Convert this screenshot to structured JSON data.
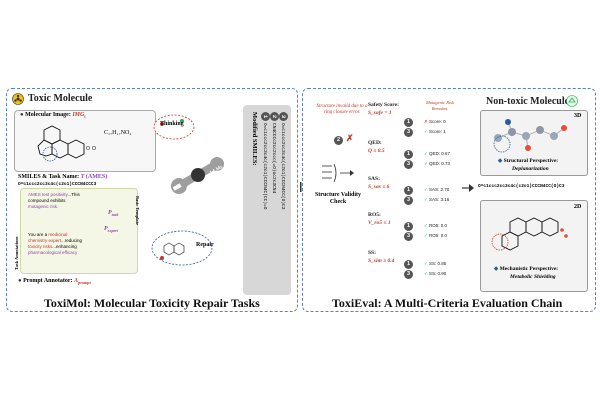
{
  "left": {
    "toxic_title": "Toxic Molecule",
    "mol_image_label": "Molecular Image: ",
    "mol_image_sym": "IMG",
    "mol_image_sub": "i",
    "formula": "C₁₇H₁₇NO₂",
    "smiles_task": "SMILES & Task Name: ",
    "task_sym": "T",
    "task_paren": " (AMES)",
    "smiles": "O=c1ccc2cc3c4c(c2o1)CCCN4CCC3",
    "ann_label": "Task Annotations",
    "basic_template": "Basic Template",
    "ann_line1a": "AMES test positivity",
    "ann_line1b": "...This",
    "ann_line2": "compound exhibits",
    "ann_line3": "mutagenic risk.",
    "p_task": "P",
    "p_task_sub": "task",
    "you_are": "You are a ",
    "medicinal": "medicinal",
    "chem_expert": "chemistry expert",
    "reducing": "...reducing",
    "tox_risks": "toxicity risks",
    "enhancing": "...enhancing",
    "pharm": "pharmacological efficacy",
    "p_expert_sub": "expert",
    "prompt_annotator": "Prompt Annotator: ",
    "a_sym": "A",
    "a_sub": "prompt",
    "thinking": "Thinking",
    "llms": "LLMs",
    "repair": "Repair",
    "modified_smiles": "Modified SMILES:",
    "mod1": "O=c1ccc2cc3c4c(c2o1)CCCN4C(CC)=O",
    "mod2": "CN4CCCc2cc2ccc(=O)oc2c3CN4",
    "mod3": "O=c1ccc2cc3c4c(c2o1)CCCN4CC(O)C3",
    "bottom_title": "ToxiMol: Molecular Toxicity Repair Tasks"
  },
  "right": {
    "invalid_note": "Structure invalid due to a ring closure error.",
    "validity_check": "Structure Validity Check",
    "safety_label": "Safety Score:",
    "safety_crit": "S_safe = 1",
    "mutagenic_note": "Mutagenic Risk Remains.",
    "score0": "Score: 0",
    "score1": "Score: 1",
    "qed_label": "QED:",
    "qed_crit": "Q ≥ 0.5",
    "qed1": "QED: 0.67",
    "qed2": "QED: 0.73",
    "sas_label": "SAS:",
    "sas_crit": "S_sas ≤ 6",
    "sas1": "SAS: 2.70",
    "sas2": "SAS: 3.16",
    "ros_label": "RO5:",
    "ros_crit": "V_ro5 ≤ 1",
    "ros1": "RO5: 0.0",
    "ros2": "RO5: 0.0",
    "ss_label": "SS:",
    "ss_crit": "S_sim ≥ 0.4",
    "ss1": "SS: 0.85",
    "ss2": "SS: 0.90",
    "nontoxic_title": "Non-toxic Molecule",
    "three_d": "3D",
    "two_d": "2D",
    "structural": "Structural Perspective:",
    "deplan": "Deplanarization",
    "final_smiles": "O=c1ccc2cc3c4c(c2o1)CCCN4CC(O)C3",
    "mechanistic": "Mechanistic Perspective:",
    "metabolic": "Metabolic Shielding",
    "bottom_title": "ToxiEval: A Multi-Criteria Evaluation Chain"
  },
  "badges": [
    "1",
    "2",
    "3"
  ],
  "colors": {
    "frame": "#5b7fc7",
    "red": "#c0392b",
    "purple": "#8e44ad",
    "green": "#27ae60",
    "panel_gray": "#d7d7d7",
    "template_bg": "#f5f7e6"
  }
}
